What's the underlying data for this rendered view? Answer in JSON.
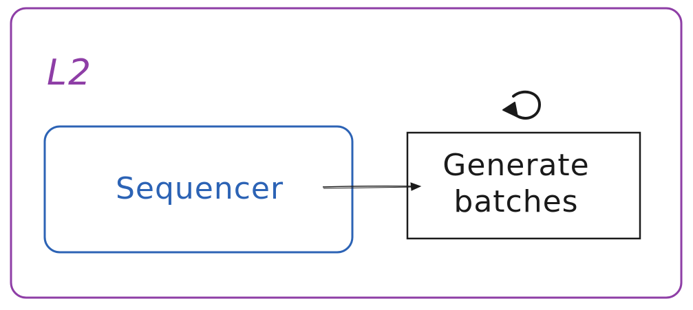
{
  "diagram": {
    "container": {
      "label": "L2",
      "color": "#8e3ea6"
    },
    "sequencer": {
      "label": "Sequencer",
      "color": "#2c63b5"
    },
    "generate_batches": {
      "label": "Generate\nbatches",
      "color": "#1a1a1a"
    },
    "arrow_color": "#1a1a1a",
    "loop_icon": "loop-arrow-icon"
  }
}
